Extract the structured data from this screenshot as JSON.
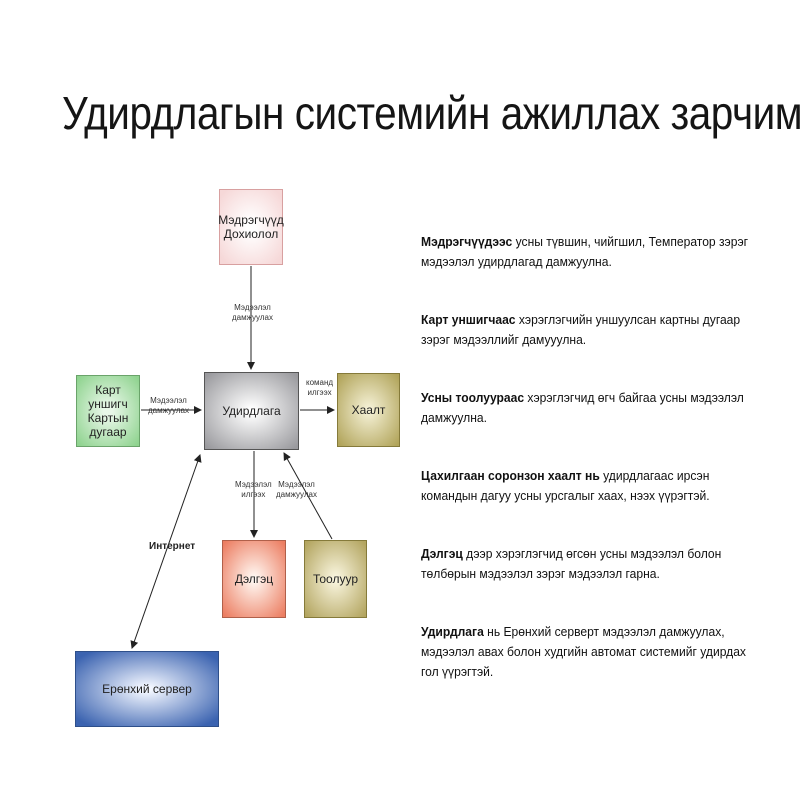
{
  "title": "Удирдлагын системийн ажиллах зарчим",
  "nodes": {
    "sensor": [
      "Мэдрэгчүүд",
      "Дохиолол"
    ],
    "control": "Удирдлага",
    "card_reader": [
      "Карт уншигч",
      "Картын дугаар"
    ],
    "gate": "Хаалт",
    "display": "Дэлгэц",
    "meter": "Тоолуур",
    "server": "Ерөнхий сервер"
  },
  "edge_labels": {
    "sensor_to_control": [
      "Мэдээлэл",
      "дамжуулах"
    ],
    "card_to_control": [
      "Мэдээлэл",
      "дамжуулах"
    ],
    "control_to_gate": [
      "команд",
      "илгээх"
    ],
    "control_to_display": [
      "Мэдээлэл",
      "илгээх"
    ],
    "meter_to_control": [
      "Мэдээлэл",
      "дамжуулах"
    ],
    "internet": "Интернет"
  },
  "descriptions": [
    {
      "bold": "Мэдрэгчүүдээс",
      "text": " усны түвшин, чийгшил, Температор зэрэг мэдээлэл удирдлагад дамжуулна."
    },
    {
      "bold": "Карт уншигчаас",
      "text": " хэрэглэгчийн уншуулсан картны дугаар зэрэг мэдээллийг дамууулна."
    },
    {
      "bold": "Усны тоолуураас",
      "text": " хэрэглэгчид өгч байгаа усны мэдээлэл дамжуулна."
    },
    {
      "bold": "Цахилгаан соронзон хаалт нь",
      "text": " удирдлагаас ирсэн командын дагуу усны урсгалыг хаах, нээх үүрэгтэй."
    },
    {
      "bold": "Дэлгэц",
      "text": " дээр хэрэглэгчид өгсөн усны мэдээлэл болон төлбөрын мэдээлэл зэрэг мэдээлэл гарна."
    },
    {
      "bold": "Удирдлага",
      "text": " нь Ерөнхий серверт мэдээлэл дамжуулах, мэдээлэл авах болон худгийн автомат системийг удирдах гол үүрэгтэй."
    }
  ]
}
